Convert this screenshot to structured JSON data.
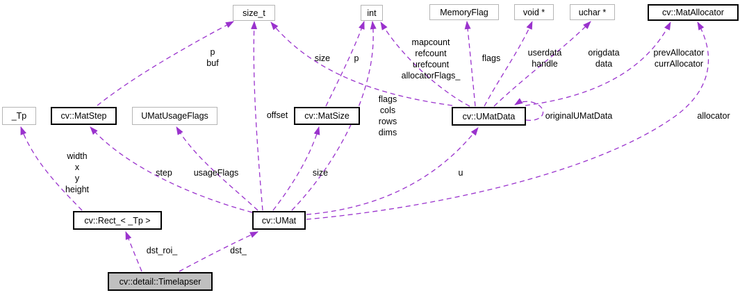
{
  "diagram": {
    "type": "collaboration-graph",
    "accent_color": "#9a32cd",
    "node_fill": "#ffffff",
    "current_node_fill": "#bfbfbf",
    "nodes": {
      "sizet": {
        "label": "size_t"
      },
      "int": {
        "label": "int"
      },
      "memoryflag": {
        "label": "MemoryFlag"
      },
      "voidptr": {
        "label": "void *"
      },
      "ucharptr": {
        "label": "uchar *"
      },
      "matallocator": {
        "label": "cv::MatAllocator"
      },
      "tp": {
        "label": "_Tp"
      },
      "matstep": {
        "label": "cv::MatStep"
      },
      "umatusageflags": {
        "label": "UMatUsageFlags"
      },
      "matsize": {
        "label": "cv::MatSize"
      },
      "umatdata": {
        "label": "cv::UMatData"
      },
      "rect": {
        "label": "cv::Rect_< _Tp >"
      },
      "umat": {
        "label": "cv::UMat"
      },
      "timelapser": {
        "label": "cv::detail::Timelapser"
      }
    },
    "edge_labels": {
      "p_buf": "p\nbuf",
      "size_umatdata": "size",
      "p_matsize": "p",
      "umatdata_int_members": "mapcount\nrefcount\nurefcount\nallocatorFlags_",
      "flags_memoryflag": "flags",
      "userdata_handle": "userdata\nhandle",
      "origdata_data": "origdata\ndata",
      "prev_curr_allocator": "prevAllocator\ncurrAllocator",
      "offset": "offset",
      "umat_int_members": "flags\ncols\nrows\ndims",
      "original_umatdata": "originalUMatData",
      "allocator": "allocator",
      "rect_tp_members": "width\nx\ny\nheight",
      "step": "step",
      "usageflags": "usageFlags",
      "size_umat": "size",
      "u": "u",
      "dst_roi": "dst_roi_",
      "dst": "dst_"
    }
  }
}
